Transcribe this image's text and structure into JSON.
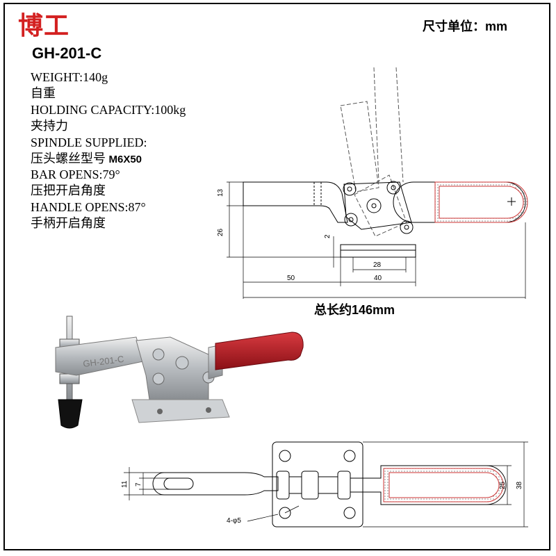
{
  "brand": "博工",
  "unit_label": "尺寸单位：mm",
  "model": "GH-201-C",
  "specs": {
    "weight": "WEIGHT:140g",
    "weight_cn": "自重",
    "capacity": "HOLDING CAPACITY:100kg",
    "capacity_cn": "夹持力",
    "spindle": "SPINDLE SUPPLIED:",
    "spindle_cn": "压头螺丝型号",
    "spindle_value": "M6X50",
    "bar": "BAR OPENS:79°",
    "bar_cn": "压把开启角度",
    "handle": "HANDLE OPENS:87°",
    "handle_cn": "手柄开启角度"
  },
  "side_view": {
    "dims": {
      "d13": "13",
      "d26": "26",
      "d2": "2",
      "d28": "28",
      "d50": "50",
      "d40": "40"
    },
    "total": "总长约146mm"
  },
  "photo": {
    "engraving": "GH-201-C",
    "handle_color": "#b5141c"
  },
  "top_view": {
    "dims": {
      "d11": "11",
      "d7": "7",
      "d25": "25",
      "d38": "38",
      "holes": "4-φ5"
    }
  }
}
